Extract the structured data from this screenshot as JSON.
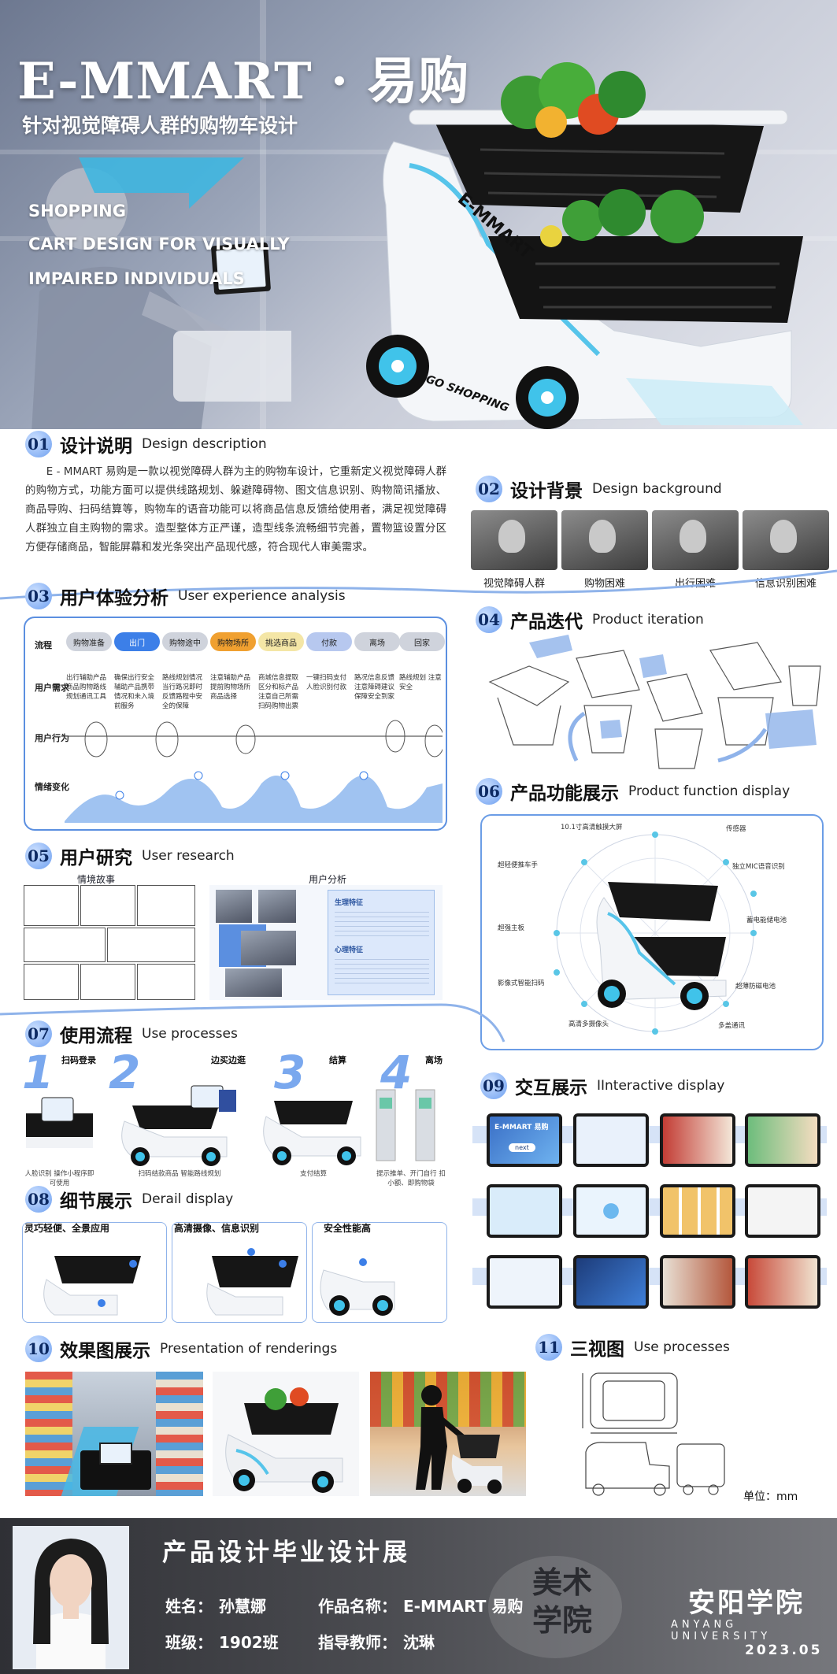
{
  "hero": {
    "title": "E-MMART · 易购",
    "subtitle": "针对视觉障碍人群的购物车设计",
    "english_lines": [
      "SHOPPING",
      "CART DESIGN FOR VISUALLY",
      "IMPAIRED INDIVIDUALS"
    ],
    "cart_brand": "E-MMART",
    "cart_slogan": "GO SHOPPING"
  },
  "s01": {
    "num": "01",
    "zh": "设计说明",
    "en": "Design description",
    "text": "E - MMART 易购是一款以视觉障碍人群为主的购物车设计，它重新定义视觉障碍人群的购物方式，功能方面可以提供线路规划、躲避障碍物、图文信息识别、购物简讯播放、商品导购、扫码结算等，购物车的语音功能可以将商品信息反馈给使用者，满足视觉障碍人群独立自主购物的需求。造型整体方正严谨，造型线条流畅细节完善，置物篮设置分区方便存储商品，智能屏幕和发光条突出产品现代感，符合现代人审美需求。"
  },
  "s02": {
    "num": "02",
    "zh": "设计背景",
    "en": "Design background",
    "items": [
      "视觉障碍人群",
      "购物困难",
      "出行困难",
      "信息识别困难"
    ]
  },
  "s03": {
    "num": "03",
    "zh": "用户体验分析",
    "en": "User experience analysis",
    "row_labels": [
      "流程",
      "用户需求",
      "用户行为",
      "情绪变化"
    ],
    "stages": [
      "购物准备",
      "出门",
      "购物途中",
      "购物场所",
      "挑选商品",
      "付款",
      "离场",
      "回家"
    ],
    "needs": [
      "出行辅助产品 商品购物路线 规划通讯工具",
      "确保出行安全 辅助产品携带 情况和未入境 前服务",
      "路线规划情况 当行路况即时 反馈路程中安 全的保障",
      "注意辅助产品 提前购物场所 商品选择",
      "商城信息提取 区分和标产品 注意自己所需 扫码购物出票",
      "一键扫码支付 人脸识别付款",
      "路况信息反馈 注意障碍建议 保障安全到家",
      "路线规划 注意安全"
    ]
  },
  "s04": {
    "num": "04",
    "zh": "产品迭代",
    "en": "Product iteration"
  },
  "s05": {
    "num": "05",
    "zh": "用户研究",
    "en": "User research",
    "story_title": "情境故事",
    "analysis_title": "用户分析",
    "card_heads": [
      "生理特征",
      "心理特征"
    ]
  },
  "s06": {
    "num": "06",
    "zh": "产品功能展示",
    "en": "Product function display",
    "features": [
      "10.1寸高清触摸大屏",
      "传感器",
      "超轻便推车手",
      "独立MIC语音识别",
      "超强主板",
      "蓄电能储电池",
      "影像式智能扫码",
      "超薄防磁电池",
      "高清多摄像头",
      "多盖通讯"
    ]
  },
  "s07": {
    "num": "07",
    "zh": "使用流程",
    "en": "Use processes",
    "steps": [
      {
        "n": "1",
        "title": "扫码登录",
        "cap": "人脸识别 操作小程序即可使用"
      },
      {
        "n": "2",
        "title": "边买边逛",
        "cap": "扫码结款商品 智能路线规划"
      },
      {
        "n": "3",
        "title": "结算",
        "cap": "支付结算"
      },
      {
        "n": "4",
        "title": "离场",
        "cap": "提示推单、开门自行 扣小额、即购物袋"
      }
    ]
  },
  "s08": {
    "num": "08",
    "zh": "细节展示",
    "en": "Derail display",
    "boxes": [
      "灵巧轻便、全景应用",
      "高清摄像、信息识别",
      "安全性能高"
    ]
  },
  "s09": {
    "num": "09",
    "zh": "交互展示",
    "en": "IInteractive display",
    "screen_texts": [
      "E-MMART 易购",
      "next"
    ]
  },
  "s10": {
    "num": "10",
    "zh": "效果图展示",
    "en": "Presentation of renderings"
  },
  "s11": {
    "num": "11",
    "zh": "三视图",
    "en": "Use processes",
    "unit": "单位：mm"
  },
  "footer": {
    "exhibition": "产品设计毕业设计展",
    "name_label": "姓名：",
    "name": "孙慧娜",
    "work_label": "作品名称：",
    "work": "E-MMART 易购",
    "class_label": "班级：",
    "class": "1902班",
    "advisor_label": "指导教师：",
    "advisor": "沈琳",
    "college": "美术学院",
    "college_line1": "美术",
    "college_line2": "学院",
    "school_zh": "安阳学院",
    "school_en": "ANYANG UNIVERSITY",
    "date": "2023.05"
  },
  "colors": {
    "accent": "#5b8fe0",
    "cyan": "#59c6e6",
    "footer_bg": "#3e3f44"
  }
}
